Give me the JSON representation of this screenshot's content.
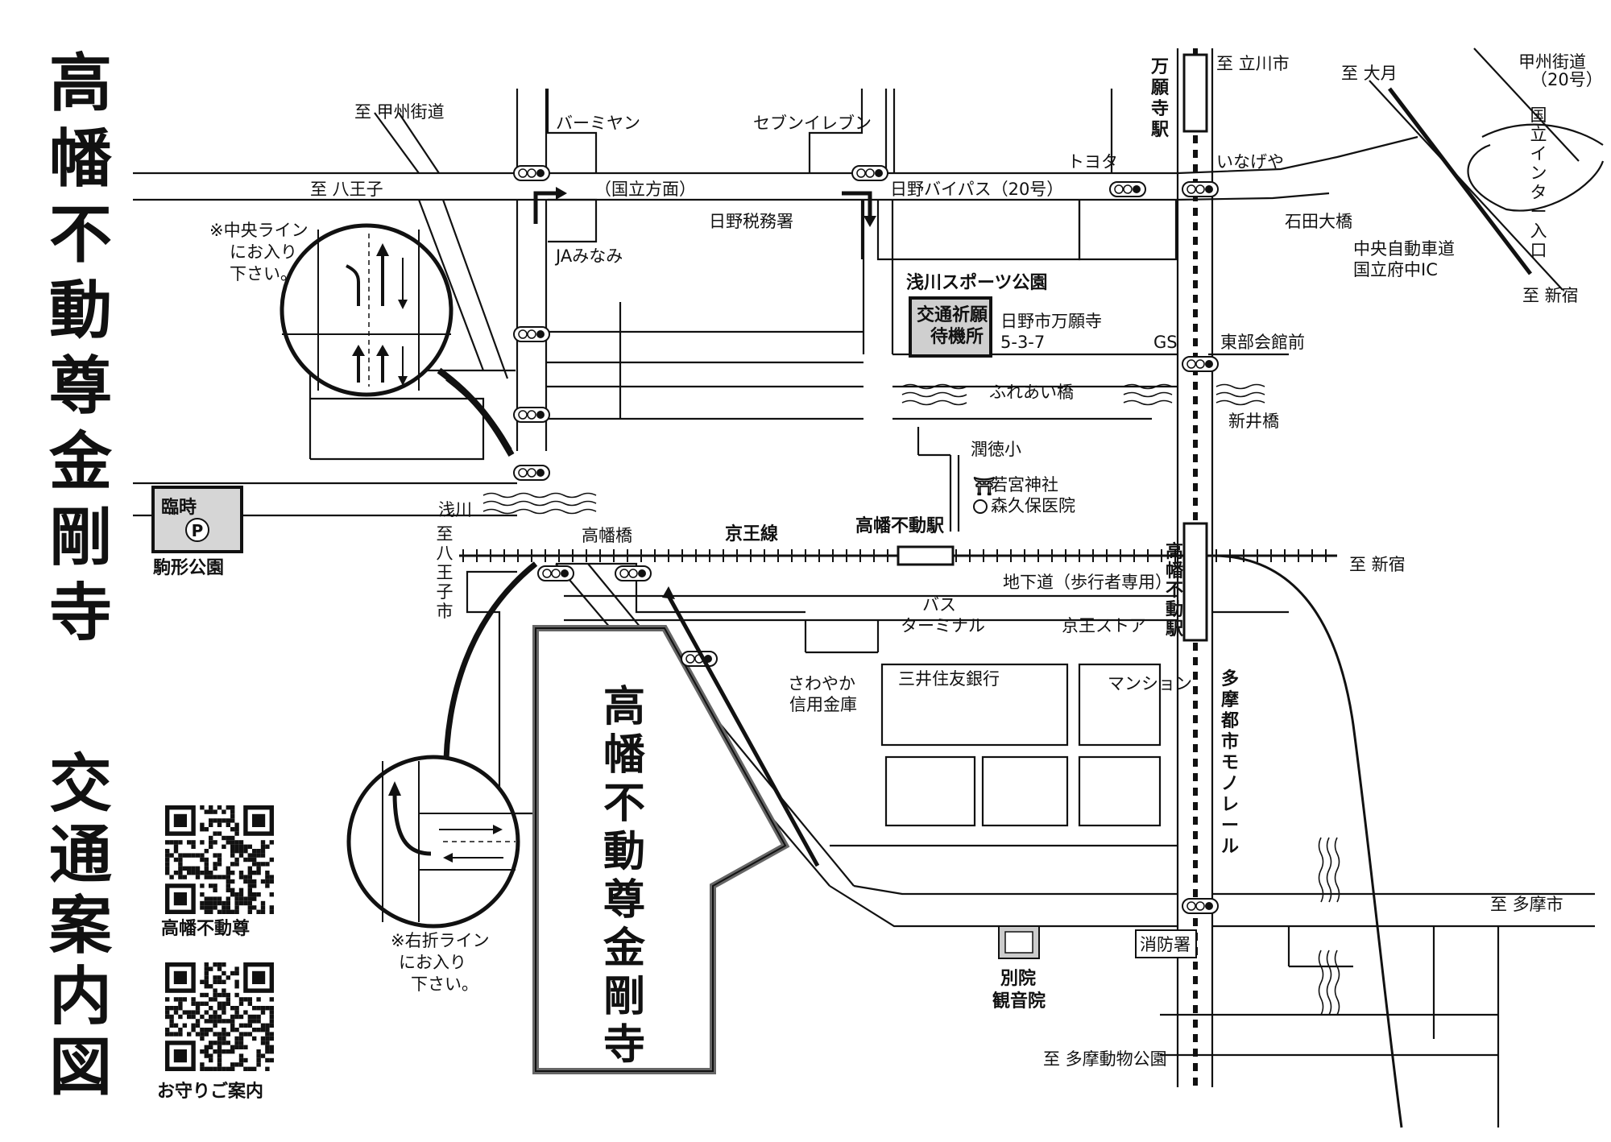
{
  "titles": {
    "main": "高幡不動尊金剛寺",
    "sub": "交通案内図"
  },
  "temple_block": "高幡不動尊金剛寺",
  "qr": {
    "top_caption": "高幡不動尊",
    "bottom_caption": "お守りご案内"
  },
  "parking": {
    "label": "臨時",
    "symbol": "P",
    "caption": "駒形公園"
  },
  "callouts": {
    "central_lane": [
      "※中央ライン",
      "にお入り",
      "下さい。"
    ],
    "right_turn_lane": [
      "※右折ライン",
      "にお入り",
      "下さい。"
    ]
  },
  "directions": {
    "koshu_top": "至 甲州街道",
    "hachioji": "至 八王子",
    "tachikawa": "至 立川市",
    "omiya": "至 大月",
    "koshu_20": [
      "甲州街道",
      "（20号）"
    ],
    "shinjuku_ne": "至 新宿",
    "shinjuku_e": "至 新宿",
    "hachioji_vertical": "至八王子市",
    "tama_city": "至 多摩市",
    "tama_zoo": "至 多摩動物公園",
    "kunitachi_ic_entrance": "国立インター入口"
  },
  "roads": {
    "kunitachi": "（国立方面）",
    "hino_bypass": "日野バイパス（20号）",
    "keio_line": "京王線",
    "monorail": "多摩都市モノレール",
    "underpass": "地下道（歩行者専用）",
    "chuo_ic": [
      "中央自動車道",
      "国立府中IC"
    ]
  },
  "stations": {
    "mangan_ji": "万願寺駅",
    "takahata_keio": "高幡不動駅",
    "takahata_monorail": "高幡不動駅"
  },
  "landmarks": {
    "bamiyan": "バーミヤン",
    "seven_eleven": "セブンイレブン",
    "toyota": "トヨタ",
    "inageya": "いなげや",
    "ishida_bridge": "石田大橋",
    "tax_office": "日野税務署",
    "ja": "JAみなみ",
    "park": "浅川スポーツ公園",
    "waiting_box": [
      "交通祈願",
      "待機所"
    ],
    "address": [
      "日野市万願寺",
      "5-3-7"
    ],
    "gs": "GS",
    "hall": "東部会館前",
    "fureai_bridge": "ふれあい橋",
    "arai_bridge": "新井橋",
    "juntoku": "潤徳小",
    "wakamiya": "若宮神社",
    "morikubo": "森久保医院",
    "asakawa": "浅川",
    "takahata_bridge": "高幡橋",
    "bus_terminal": [
      "バス",
      "ターミナル"
    ],
    "keio_store": "京王ストア",
    "sawayaka": [
      "さわやか",
      "信用金庫"
    ],
    "smbc": "三井住友銀行",
    "mansion": "マンション",
    "fire_station": "消防署",
    "betsuin": [
      "別院",
      "観音院"
    ]
  }
}
